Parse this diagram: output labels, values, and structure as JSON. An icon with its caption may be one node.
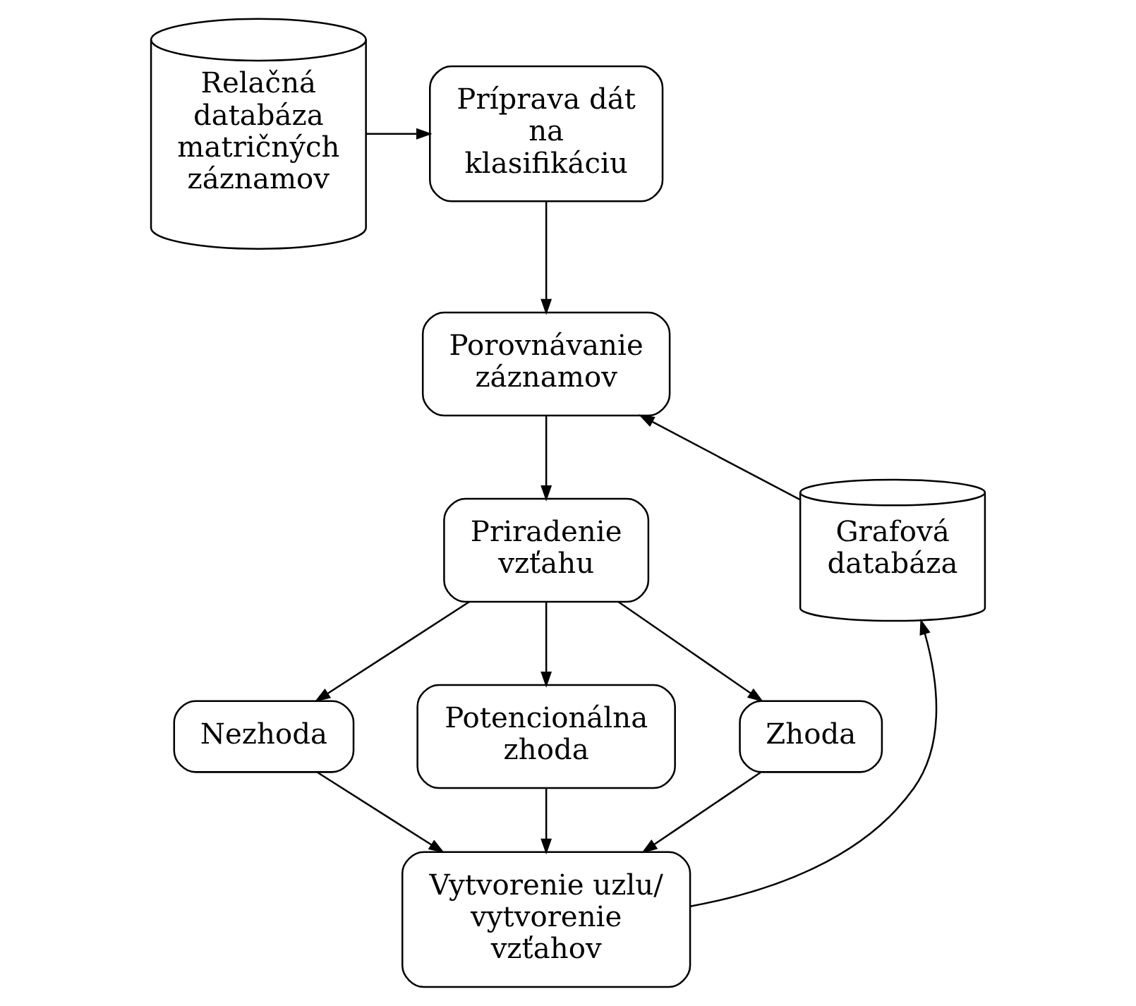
{
  "diagram": {
    "nodes": [
      {
        "text": [
          "Relačná databáza matričných záznamov"
        ]
      },
      {
        "text": [
          "Príprava dát na klasifikáciu"
        ]
      },
      {
        "text": [
          "Porovnávanie záznamov"
        ]
      },
      {
        "text": [
          "Priradenie vzťahu"
        ]
      },
      {
        "text": [
          "Nezhoda"
        ]
      },
      {
        "text": [
          "Potencionálna zhoda"
        ]
      },
      {
        "text": [
          "Zhoda"
        ]
      },
      {
        "text": [
          "Vytvorenie uzlu/ vytvorenie vzťahov"
        ]
      },
      {
        "text": [
          "Grafová databáza"
        ]
      }
    ],
    "edges": [
      {
        "from": 0,
        "to": 1,
        "arrow": "to"
      },
      {
        "from": 1,
        "to": 2,
        "arrow": "to"
      },
      {
        "from": 8,
        "to": 2,
        "arrow": "to"
      },
      {
        "from": 2,
        "to": 3,
        "arrow": "to"
      },
      {
        "from": 3,
        "to": 4,
        "arrow": "to"
      },
      {
        "from": 3,
        "to": 5,
        "arrow": "to"
      },
      {
        "from": 3,
        "to": 6,
        "arrow": "to"
      },
      {
        "from": 4,
        "to": 7,
        "arrow": "to"
      },
      {
        "from": 5,
        "to": 7,
        "arrow": "to"
      },
      {
        "from": 6,
        "to": 7,
        "arrow": "to"
      },
      {
        "from": 7,
        "to": 8,
        "arrow": "to"
      }
    ]
  }
}
